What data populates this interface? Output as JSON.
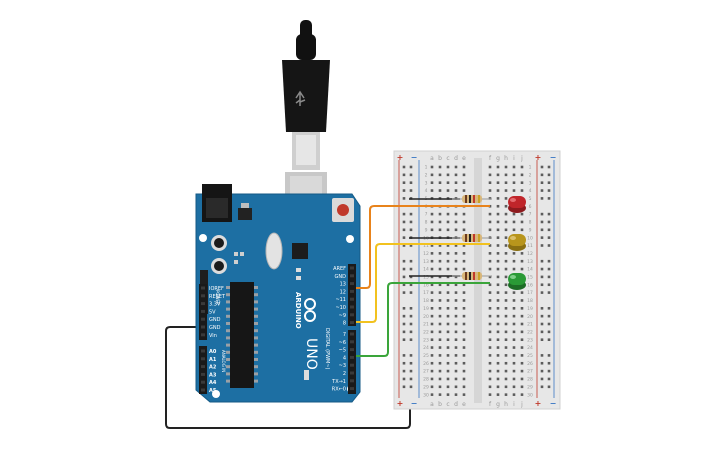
{
  "arduino": {
    "brand": "ARDUINO",
    "model": "UNO",
    "digital_header_title": "DIGITAL (PWM~)",
    "power_header_title": "POWER",
    "analog_header_title": "ANALOG IN",
    "digital_pins_top": [
      "AREF",
      "GND",
      "13",
      "12",
      "~11",
      "~10",
      "~9",
      "8"
    ],
    "digital_pins_bottom": [
      "7",
      "~6",
      "~5",
      "4",
      "~3",
      "2",
      "TX→1",
      "RX←0"
    ],
    "power_pins": [
      "IOREF",
      "RESET",
      "3.3V",
      "5V",
      "GND",
      "GND",
      "Vin"
    ],
    "analog_pins": [
      "A0",
      "A1",
      "A2",
      "A3",
      "A4",
      "A5"
    ]
  },
  "breadboard": {
    "rail_plus": "+",
    "rail_minus": "−",
    "columns_left": [
      "a",
      "b",
      "c",
      "d",
      "e"
    ],
    "columns_right": [
      "f",
      "g",
      "h",
      "i",
      "j"
    ],
    "rows": [
      "1",
      "2",
      "3",
      "4",
      "5",
      "6",
      "7",
      "8",
      "9",
      "10",
      "11",
      "12",
      "13",
      "14",
      "15",
      "16",
      "17",
      "18",
      "19",
      "20",
      "21",
      "22",
      "23",
      "24",
      "25",
      "26",
      "27",
      "28",
      "29",
      "30"
    ]
  },
  "components": {
    "led_colors": [
      "#c0252a",
      "#b8951c",
      "#2a9a36"
    ],
    "wire_colors": [
      "#e8831b",
      "#f2c21f",
      "#3aa53a"
    ],
    "ground_wire_color": "#222222",
    "board_color": "#1d6fa3"
  }
}
